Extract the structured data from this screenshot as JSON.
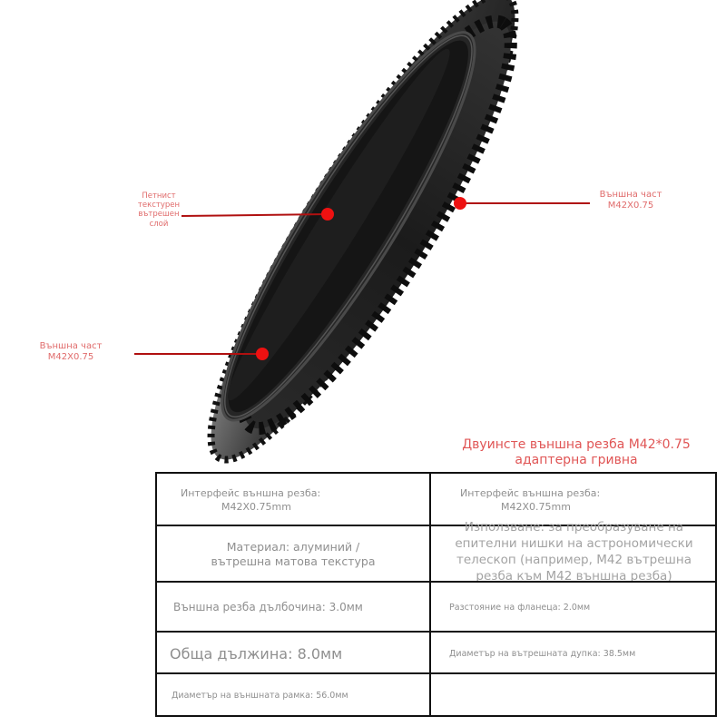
{
  "product": {
    "title_line1": "Двуинсте външна резба M42*0.75",
    "title_line2": "адаптерна гривна",
    "accent_color": "#e05555",
    "callouts": [
      {
        "line1": "Петнист",
        "line2": "текстурен",
        "line3": "вътрешен",
        "line4": "слой"
      },
      {
        "line1": "Външна част",
        "line2": "M42X0.75"
      },
      {
        "line1": "Външна част",
        "line2": "M42X0.75"
      }
    ]
  },
  "specs": {
    "rows": [
      {
        "left_line1": "Интерфейс външна резба:",
        "left_line2": "M42X0.75mm",
        "right_line1": "Интерфейс външна резба:",
        "right_line2": "M42X0.75mm"
      },
      {
        "left_line1": "Материал: алуминий /",
        "left_line2": "вътрешна матова текстура",
        "right_line1": "Използване: за преобразуване на",
        "right_line2": "епителни нишки на астрономически",
        "right_line3": "телескоп (например, M42 вътрешна",
        "right_line4": "резба към M42 външна резба)"
      },
      {
        "left": "Външна резба дълбочина: 3.0мм",
        "right": "Разстояние на фланеца: 2.0мм"
      },
      {
        "left": "Обща дължина: 8.0мм",
        "right": "Диаметър на вътрешната дупка: 38.5мм"
      },
      {
        "left": "Диаметър на външната рамка: 56.0мм",
        "right": ""
      }
    ]
  }
}
